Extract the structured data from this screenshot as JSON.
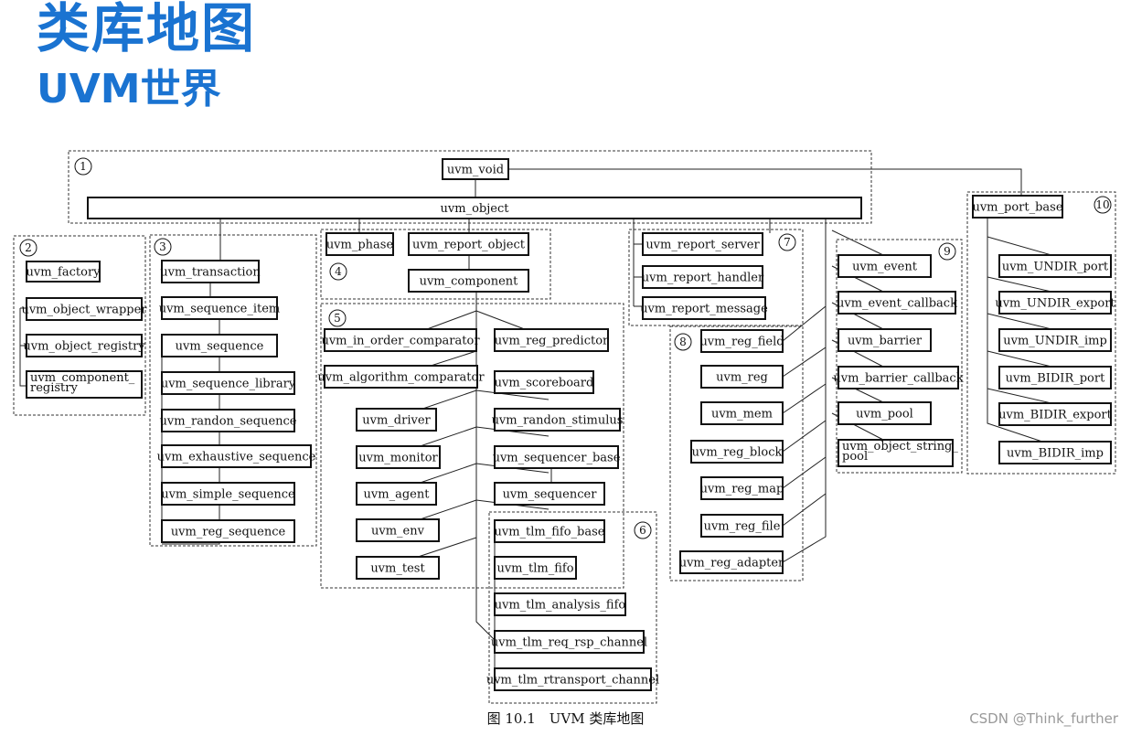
{
  "page": {
    "title": "类库地图",
    "subtitle": "UVM世界",
    "caption": "图 10.1　UVM 类库地图",
    "watermark": "CSDN @Think_further"
  },
  "diagram": {
    "groups": [
      {
        "id": "g1",
        "number": "1"
      },
      {
        "id": "g2",
        "number": "2"
      },
      {
        "id": "g3",
        "number": "3"
      },
      {
        "id": "g4",
        "number": "4"
      },
      {
        "id": "g5",
        "number": "5"
      },
      {
        "id": "g6",
        "number": "6"
      },
      {
        "id": "g7",
        "number": "7"
      },
      {
        "id": "g8",
        "number": "8"
      },
      {
        "id": "g9",
        "number": "9"
      },
      {
        "id": "g10",
        "number": "10"
      }
    ],
    "nodes": [
      {
        "id": "void",
        "label": "uvm_void"
      },
      {
        "id": "object",
        "label": "uvm_object"
      },
      {
        "id": "port_base",
        "label": "uvm_port_base"
      },
      {
        "id": "factory",
        "label": "uvm_factory"
      },
      {
        "id": "object_wrapper",
        "label": "uvm_object_wrapper"
      },
      {
        "id": "object_registry",
        "label": "uvm_object_registry"
      },
      {
        "id": "component_registry",
        "label": "uvm_component_\nregistry"
      },
      {
        "id": "transaction",
        "label": "uvm_transaction"
      },
      {
        "id": "sequence_item",
        "label": "uvm_sequence_item"
      },
      {
        "id": "sequence",
        "label": "uvm_sequence"
      },
      {
        "id": "sequence_library",
        "label": "uvm_sequence_library"
      },
      {
        "id": "randon_sequence",
        "label": "uvm_randon_sequence"
      },
      {
        "id": "exhaustive_sequence",
        "label": "uvm_exhaustive_sequence"
      },
      {
        "id": "simple_sequence",
        "label": "uvm_simple_sequence"
      },
      {
        "id": "reg_sequence",
        "label": "uvm_reg_sequence"
      },
      {
        "id": "phase",
        "label": "uvm_phase"
      },
      {
        "id": "report_object",
        "label": "uvm_report_object"
      },
      {
        "id": "component",
        "label": "uvm_component"
      },
      {
        "id": "in_order_comparator",
        "label": "uvm_in_order_comparator"
      },
      {
        "id": "reg_predictor",
        "label": "uvm_reg_predictor"
      },
      {
        "id": "algorithm_comparator",
        "label": "uvm_algorithm_comparator"
      },
      {
        "id": "scoreboard",
        "label": "uvm_scoreboard"
      },
      {
        "id": "driver",
        "label": "uvm_driver"
      },
      {
        "id": "randon_stimulus",
        "label": "uvm_randon_stimulus"
      },
      {
        "id": "monitor",
        "label": "uvm_monitor"
      },
      {
        "id": "sequencer_base",
        "label": "uvm_sequencer_base"
      },
      {
        "id": "agent",
        "label": "uvm_agent"
      },
      {
        "id": "sequencer",
        "label": "uvm_sequencer"
      },
      {
        "id": "env",
        "label": "uvm_env"
      },
      {
        "id": "test",
        "label": "uvm_test"
      },
      {
        "id": "tlm_fifo_base",
        "label": "uvm_tlm_fifo_base"
      },
      {
        "id": "tlm_fifo",
        "label": "uvm_tlm_fifo"
      },
      {
        "id": "tlm_analysis_fifo",
        "label": "uvm_tlm_analysis_fifo"
      },
      {
        "id": "tlm_req_rsp_channel",
        "label": "uvm_tlm_req_rsp_channel"
      },
      {
        "id": "tlm_rtransport_channel",
        "label": "uvm_tlm_rtransport_channel"
      },
      {
        "id": "report_server",
        "label": "uvm_report_server"
      },
      {
        "id": "report_handler",
        "label": "uvm_report_handler"
      },
      {
        "id": "report_message",
        "label": "uvm_report_message"
      },
      {
        "id": "reg_field",
        "label": "uvm_reg_field"
      },
      {
        "id": "reg",
        "label": "uvm_reg"
      },
      {
        "id": "mem",
        "label": "uvm_mem"
      },
      {
        "id": "reg_block",
        "label": "uvm_reg_block"
      },
      {
        "id": "reg_map",
        "label": "uvm_reg_map"
      },
      {
        "id": "reg_file",
        "label": "uvm_reg_file"
      },
      {
        "id": "reg_adapter",
        "label": "uvm_reg_adapter"
      },
      {
        "id": "event",
        "label": "uvm_event"
      },
      {
        "id": "event_callback",
        "label": "uvm_event_callback"
      },
      {
        "id": "barrier",
        "label": "uvm_barrier"
      },
      {
        "id": "barrier_callback",
        "label": "uvm_barrier_callback"
      },
      {
        "id": "pool",
        "label": "uvm_pool"
      },
      {
        "id": "object_string_pool",
        "label": "uvm_object_string_\npool"
      },
      {
        "id": "UNDIR_port",
        "label": "uvm_UNDIR_port"
      },
      {
        "id": "UNDIR_export",
        "label": "uvm_UNDIR_export"
      },
      {
        "id": "UNDIR_imp",
        "label": "uvm_UNDIR_imp"
      },
      {
        "id": "BIDIR_port",
        "label": "uvm_BIDIR_port"
      },
      {
        "id": "BIDIR_export",
        "label": "uvm_BIDIR_export"
      },
      {
        "id": "BIDIR_imp",
        "label": "uvm_BIDIR_imp"
      }
    ]
  }
}
